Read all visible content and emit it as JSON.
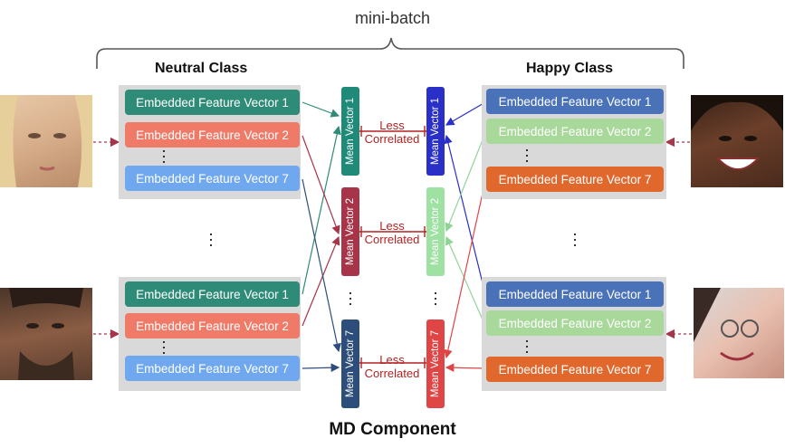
{
  "title": "mini-batch",
  "component_title": "MD Component",
  "neutral": {
    "title": "Neutral Class",
    "top_vectors": [
      "Embedded Feature Vector 1",
      "Embedded Feature Vector 2",
      "Embedded Feature Vector 7"
    ],
    "bottom_vectors": [
      "Embedded Feature Vector 1",
      "Embedded Feature Vector 2",
      "Embedded Feature Vector 7"
    ]
  },
  "happy": {
    "title": "Happy Class",
    "top_vectors": [
      "Embedded Feature Vector 1",
      "Embedded Feature Vector 2",
      "Embedded Feature Vector 7"
    ],
    "bottom_vectors": [
      "Embedded Feature Vector 1",
      "Embedded Feature Vector 2",
      "Embedded Feature Vector 7"
    ]
  },
  "mean_vectors": {
    "neutral": [
      "Mean Vector 1",
      "Mean Vector 2",
      "Mean Vector 7"
    ],
    "happy": [
      "Mean Vector 1",
      "Mean Vector 2",
      "Mean Vector 7"
    ]
  },
  "relation": {
    "line1": "Less",
    "line2": "Correlated"
  },
  "colors": {
    "teal": "#2e8b77",
    "salmon": "#f07a68",
    "blue_light": "#6fa8ee",
    "blue_dark": "#4a72b8",
    "green_light": "#a8d89a",
    "orange": "#e0682d",
    "mean_n1": "#1f8a78",
    "mean_n2": "#a8344a",
    "mean_n7": "#2d4e7a",
    "mean_h1": "#2a2fc8",
    "mean_h2": "#9fe0a3",
    "mean_h7": "#e04545",
    "relation": "#b22222",
    "panel": "#d9d9d9"
  }
}
